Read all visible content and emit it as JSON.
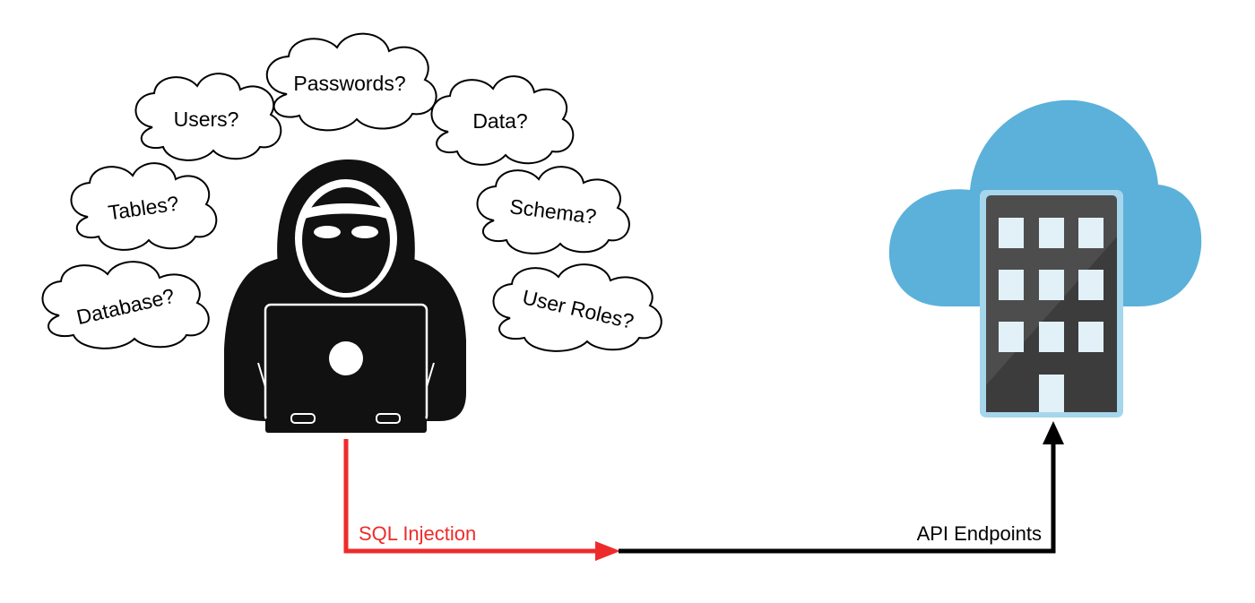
{
  "thoughts": [
    {
      "id": "passwords",
      "label": "Passwords?"
    },
    {
      "id": "users",
      "label": "Users?"
    },
    {
      "id": "data",
      "label": "Data?"
    },
    {
      "id": "tables",
      "label": "Tables?"
    },
    {
      "id": "schema",
      "label": "Schema?"
    },
    {
      "id": "database",
      "label": "Database?"
    },
    {
      "id": "user-roles",
      "label": "User Roles?"
    }
  ],
  "flow": {
    "attack_label": "SQL Injection",
    "endpoint_label": "API Endpoints"
  },
  "colors": {
    "attack": "#ee2b2b",
    "endpoint": "#000000",
    "cloud": "#5bb1d9",
    "building": "#4d4d4d",
    "building_window": "#e2f1f8",
    "hacker": "#111111"
  },
  "icons": {
    "attacker": "hooded-hacker-icon",
    "target": "cloud-server-building-icon"
  }
}
